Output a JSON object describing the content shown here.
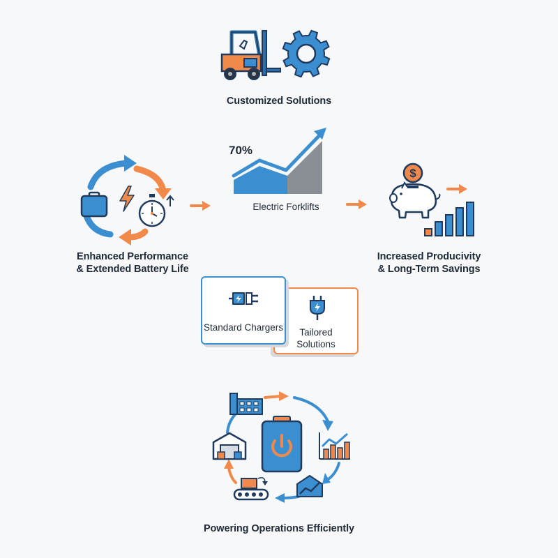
{
  "top": {
    "title": "Customized Solutions"
  },
  "left": {
    "line1": "Enhanced Performance",
    "line2": "& Extended Battery Life"
  },
  "center": {
    "percent": "70%",
    "title": "Electric Forklifts"
  },
  "right": {
    "line1": "Increased Producivity",
    "line2": "& Long-Term Savings"
  },
  "cards": {
    "standard": {
      "label": "Standard Chargers"
    },
    "tailored": {
      "line1": "Tailored",
      "line2": "Solutions"
    }
  },
  "bottom": {
    "title": "Powering Operations Efficiently"
  },
  "colors": {
    "blue": "#3b8fd0",
    "orange": "#f0894a",
    "navy": "#1f3a5c",
    "gray": "#8a8f96"
  }
}
